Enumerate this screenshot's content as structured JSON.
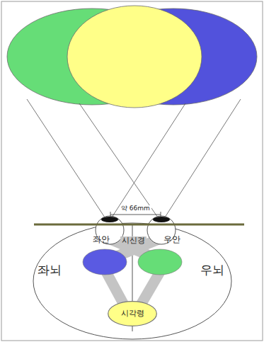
{
  "diagram": {
    "nodes": [
      {
        "text": [
          "시각령"
        ]
      }
    ],
    "labels": [
      "약 66mm",
      "좌안",
      "우안",
      "좌뇌",
      "시신경",
      "우뇌"
    ]
  }
}
